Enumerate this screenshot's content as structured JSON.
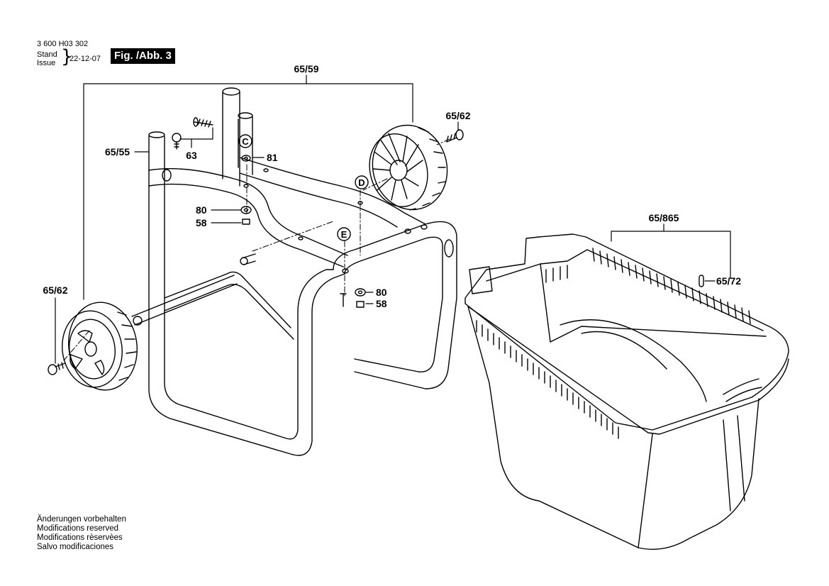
{
  "header": {
    "doc_number": "3 600 H03 302",
    "stand_label": "Stand",
    "issue_label": "Issue",
    "brace": "}",
    "date": "22-12-07",
    "figure_label": "Fig. /Abb. 3"
  },
  "callouts": {
    "assembly_frame": "65/59",
    "wheel_right_screw": "65/62",
    "leg_left": "65/55",
    "screw_63": "63",
    "washer_81": "81",
    "washer_80_upper": "80",
    "nut_58_upper": "58",
    "washer_80_lower": "80",
    "nut_58_lower": "58",
    "wheel_left_screw": "65/62",
    "bin_assembly": "65/865",
    "pin": "65/72"
  },
  "reference_marks": {
    "c": "C",
    "d": "D",
    "e": "E"
  },
  "footer": {
    "lines": [
      "Änderungen vorbehalten",
      "Modifications reserved",
      "Modifications rèservèes",
      "Salvo modificaciones"
    ]
  }
}
